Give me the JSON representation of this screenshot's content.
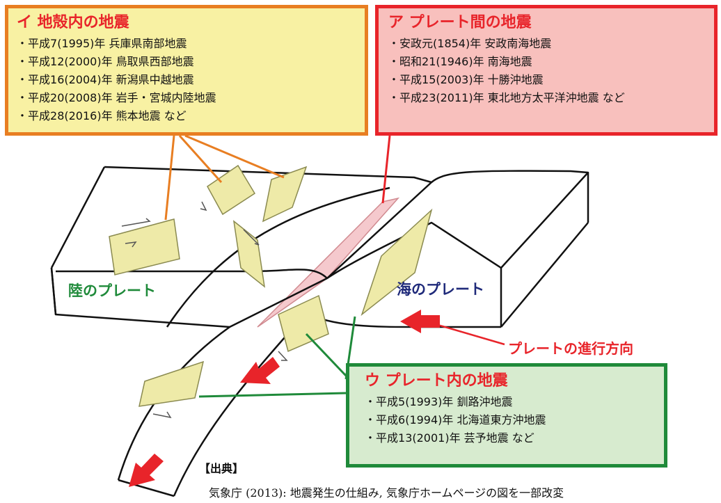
{
  "boxes": {
    "i": {
      "title": "イ 地殻内の地震",
      "items": [
        "平成7(1995)年 兵庫県南部地震",
        "平成12(2000)年 鳥取県西部地震",
        "平成16(2004)年 新潟県中越地震",
        "平成20(2008)年 岩手・宮城内陸地震",
        "平成28(2016)年 熊本地震 など"
      ]
    },
    "a": {
      "title": "ア プレート間の地震",
      "items": [
        "安政元(1854)年 安政南海地震",
        "昭和21(1946)年 南海地震",
        "平成15(2003)年 十勝沖地震",
        "平成23(2011)年 東北地方太平洋沖地震 など"
      ]
    },
    "u": {
      "title": "ウ プレート内の地震",
      "items": [
        "平成5(1993)年 釧路沖地震",
        "平成6(1994)年 北海道東方沖地震",
        "平成13(2001)年 芸予地震 など"
      ]
    }
  },
  "labels": {
    "land_plate": "陸のプレート",
    "ocean_plate": "海のプレート",
    "plate_direction": "プレートの進行方向"
  },
  "source": {
    "heading": "【出典】",
    "text": "気象庁 (2013): 地震発生の仕組み, 気象庁ホームページの図を一部改変"
  },
  "colors": {
    "crustal": "#e87e22",
    "interplate": "#e8242a",
    "intraplate": "#1f8a3a",
    "fault_fill": "#eeeaa8",
    "interface_fill": "#f5c9cd",
    "arrow": "#e8242a"
  }
}
